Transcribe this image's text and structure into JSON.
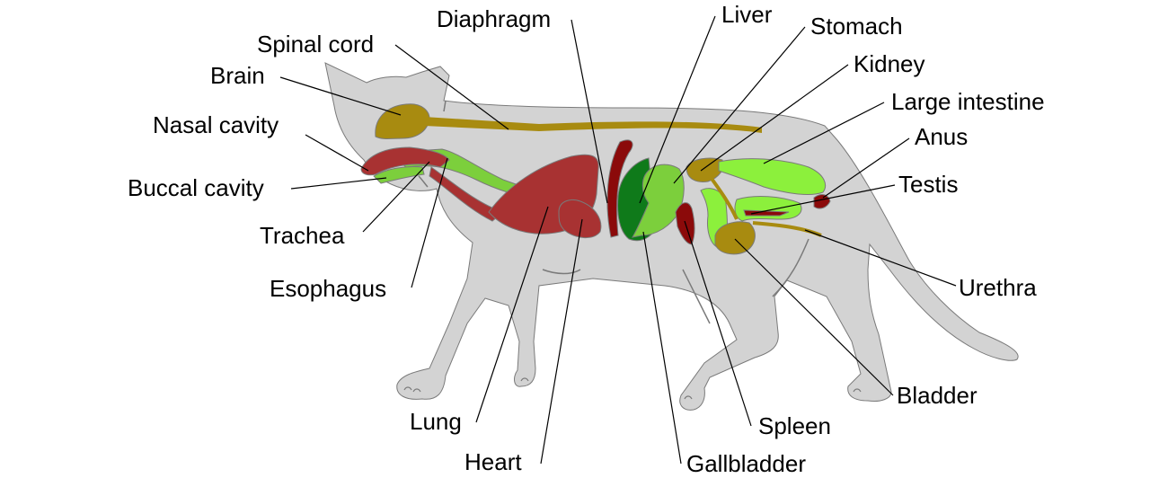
{
  "colors": {
    "body": "#d3d3d3",
    "outline": "#7a7a7a",
    "nervous": "#a88b10",
    "red_organ": "#a83232",
    "dark_red": "#8b0a0a",
    "light_green": "#7ccf3c",
    "dark_green": "#0f7a1a",
    "bright_green": "#8cf03c",
    "leader_line": "#000000"
  },
  "labels": {
    "diaphragm": "Diaphragm",
    "liver": "Liver",
    "stomach": "Stomach",
    "spinal_cord": "Spinal cord",
    "kidney": "Kidney",
    "brain": "Brain",
    "large_intestine": "Large intestine",
    "nasal_cavity": "Nasal cavity",
    "anus": "Anus",
    "testis": "Testis",
    "buccal_cavity": "Buccal cavity",
    "trachea": "Trachea",
    "esophagus": "Esophagus",
    "urethra": "Urethra",
    "bladder": "Bladder",
    "lung": "Lung",
    "spleen": "Spleen",
    "heart": "Heart",
    "gallbladder": "Gallbladder"
  }
}
